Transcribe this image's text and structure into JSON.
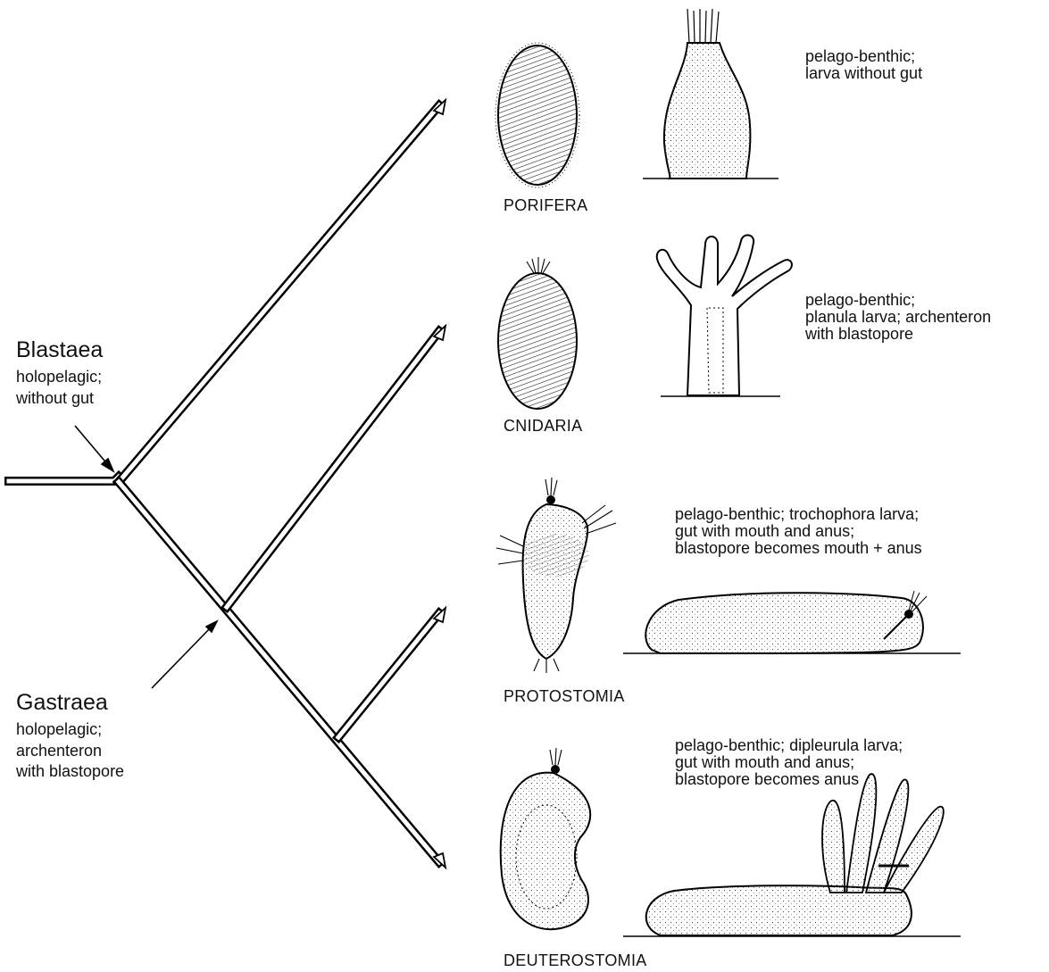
{
  "nodes": {
    "blastaea": {
      "title": "Blastaea",
      "lines": [
        "holopelagic;",
        "without gut"
      ]
    },
    "gastraea": {
      "title": "Gastraea",
      "lines": [
        "holopelagic;",
        "archenteron",
        "with blastopore"
      ]
    }
  },
  "taxa": [
    {
      "name": "PORIFERA",
      "note": [
        "pelago-benthic;",
        "larva without gut"
      ]
    },
    {
      "name": "CNIDARIA",
      "note": [
        "pelago-benthic;",
        "planula larva; archenteron",
        "with blastopore"
      ]
    },
    {
      "name": "PROTOSTOMIA",
      "note": [
        "pelago-benthic; trochophora larva;",
        "gut with mouth and anus;",
        "blastopore becomes mouth + anus"
      ]
    },
    {
      "name": "DEUTEROSTOMIA",
      "note": [
        "pelago-benthic; dipleurula larva;",
        "gut with mouth and anus;",
        "blastopore becomes anus"
      ]
    }
  ]
}
